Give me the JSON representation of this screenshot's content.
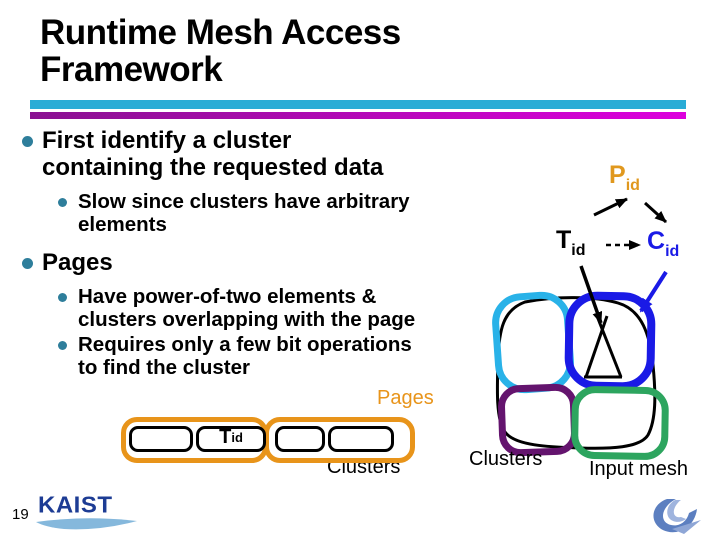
{
  "slide": {
    "title_lines": [
      "Runtime Mesh Access",
      "Framework"
    ],
    "page_number": "19"
  },
  "bullets": [
    {
      "level": 1,
      "lines": [
        "First identify a cluster",
        "containing the requested data"
      ]
    },
    {
      "level": 2,
      "lines": [
        "Slow since clusters have arbitrary",
        "elements"
      ]
    },
    {
      "level": 1,
      "lines": [
        "Pages"
      ]
    },
    {
      "level": 2,
      "lines": [
        "Have power-of-two elements &",
        "clusters overlapping with the page"
      ]
    },
    {
      "level": 2,
      "lines": [
        "Requires only a few bit operations",
        "to find the cluster"
      ]
    }
  ],
  "diagram": {
    "pid": {
      "main": "P",
      "sub": "id"
    },
    "tid_top": {
      "main": "T",
      "sub": "id"
    },
    "cid": {
      "main": "C",
      "sub": "id"
    },
    "tid_box": {
      "main": "T",
      "sub": "id"
    },
    "pages_label": "Pages",
    "clusters_label_pages": "Clusters",
    "clusters_label_mesh": "Clusters",
    "input_mesh_label": "Input mesh"
  },
  "footer": {
    "kaist_logo_text": "KAIST"
  },
  "colors": {
    "title_bar_cyan": "#29ACD6",
    "title_bar_magenta_start": "#8A1191",
    "title_bar_magenta_end": "#DD00DD",
    "bullet_teal": "#2E7E9B",
    "page_orange": "#E8941A",
    "pid_orange": "#E0981E",
    "cluster_cyan": "#29B2E8",
    "cluster_blue": "#1A1AE6",
    "cluster_purple": "#64146E",
    "cluster_green": "#2DA55F",
    "kaist_blue": "#1D3C94"
  }
}
